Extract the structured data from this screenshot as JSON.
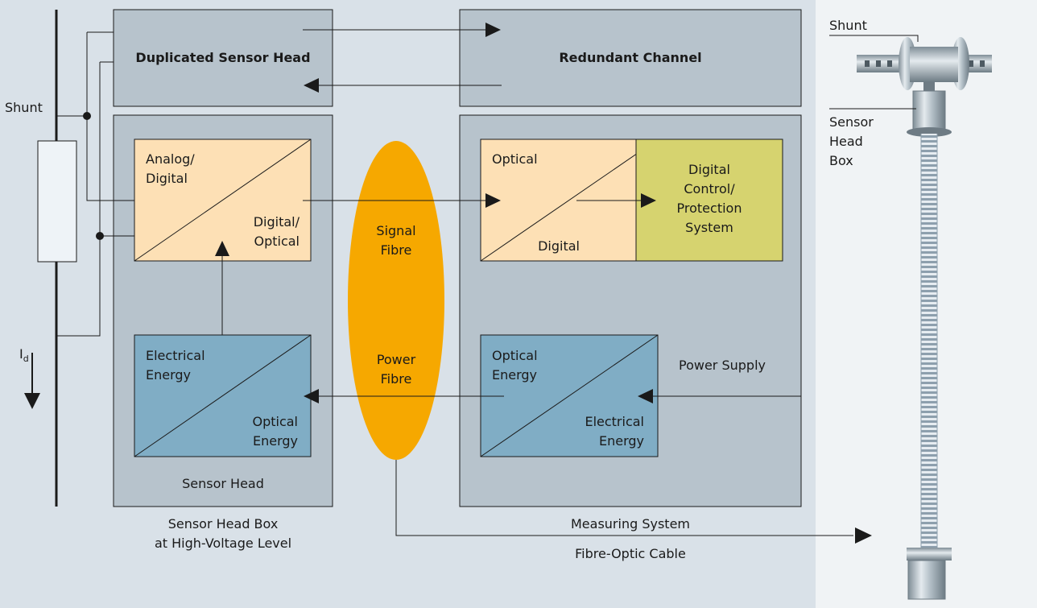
{
  "colors": {
    "background": "#d9e1e8",
    "panel": "#b7c3cc",
    "converter_orange": "#fde0b5",
    "converter_blue": "#80adc5",
    "control_green": "#d6d36f",
    "fibre": "#f6a800",
    "photo_background": "#f0f3f5"
  },
  "blocks": {
    "duplicated_sensor_head": "Duplicated Sensor Head",
    "redundant_channel": "Redundant Channel",
    "sensor_head": "Sensor Head",
    "analog_digital": "Analog/\nDigital",
    "digital_optical": "Digital/\nOptical",
    "electrical_energy_in": "Electrical\nEnergy",
    "optical_energy_out": "Optical\nEnergy",
    "optical_in": "Optical",
    "digital_out": "Digital",
    "optical_energy_in": "Optical\nEnergy",
    "electrical_energy_out": "Electrical\nEnergy",
    "digital_control": "Digital\nControl/\nProtection\nSystem",
    "power_supply": "Power Supply"
  },
  "fibre": {
    "signal_label": "Signal\nFibre",
    "power_label": "Power\nFibre"
  },
  "left": {
    "shunt_label": "Shunt",
    "current_label": "I",
    "current_subscript": "d"
  },
  "captions": {
    "sensor_head_box": "Sensor Head Box\nat High-Voltage Level",
    "measuring_system": "Measuring System",
    "fibre_optic_cable": "Fibre-Optic Cable"
  },
  "photo": {
    "shunt_label": "Shunt",
    "sensor_head_box_label": "Sensor\nHead\nBox"
  }
}
